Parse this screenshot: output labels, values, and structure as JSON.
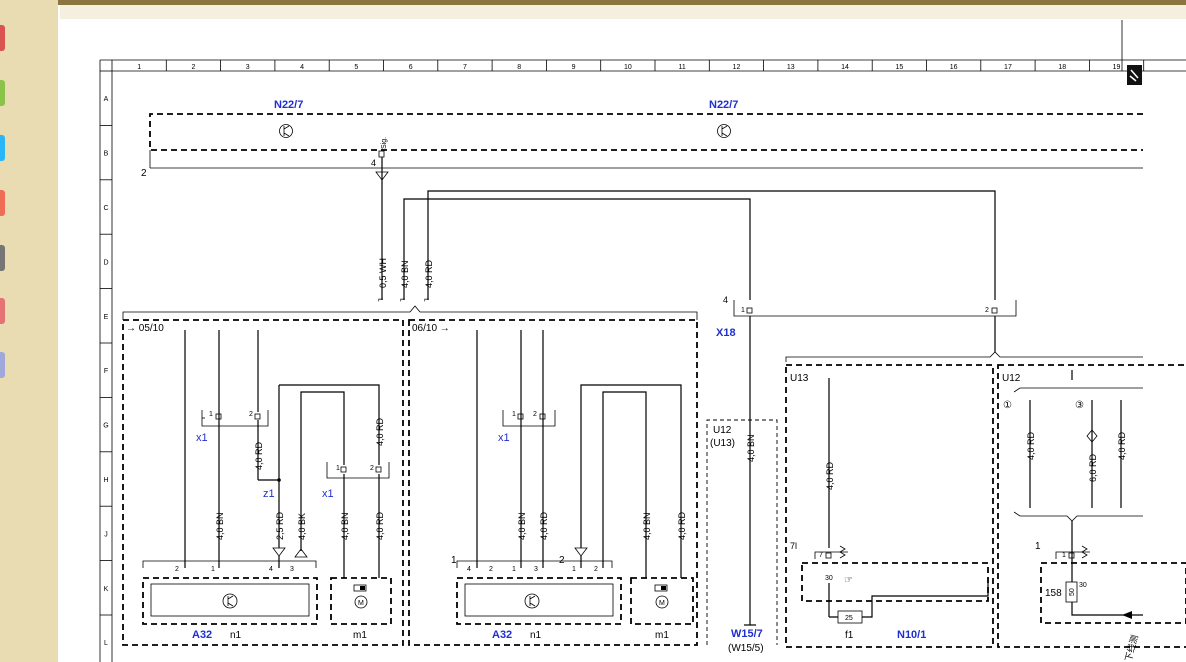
{
  "frame": {
    "columns": [
      "1",
      "2",
      "3",
      "4",
      "5",
      "6",
      "7",
      "8",
      "9",
      "10",
      "11",
      "12",
      "13",
      "14",
      "15",
      "16",
      "17",
      "18",
      "19"
    ],
    "rows": [
      "A",
      "B",
      "C",
      "D",
      "E",
      "F",
      "G",
      "H",
      "J",
      "K",
      "L"
    ]
  },
  "components": {
    "n22_left": "N22/7",
    "n22_right": "N22/7",
    "x18": "X18",
    "a32_left": "A32",
    "a32_right": "A32",
    "x1_a": "x1",
    "x1_b": "x1",
    "x1_c": "x1",
    "z1": "z1",
    "u12_u13_l1": "U12",
    "u12_u13_l2": "(U13)",
    "w15_l1": "W15/7",
    "w15_l2": "(W15/5)",
    "u13": "U13",
    "u12": "U12",
    "n10": "N10/1",
    "n1_left": "n1",
    "n1_right": "n1",
    "m1_left": "m1",
    "m1_right": "m1",
    "f1": "f1"
  },
  "refs": {
    "r0510": "→ 05/10",
    "r0610": "06/10 →"
  },
  "wires": {
    "wh05": "0,5 WH",
    "bn40_a": "4,0 BN",
    "rd40_a": "4,0 RD",
    "rd40_x1": "4,0 RD",
    "rd40_g": "4,0 RD",
    "bn40_j1": "4,0 BN",
    "rd25": "2,5 RD",
    "bk40": "4,0 BK",
    "bn40_j2": "4,0 BN",
    "rd40_j2": "4,0 RD",
    "bn40_j3": "4,0 BN",
    "rd40_j3": "4,0 RD",
    "bn40_j4": "4,0 BN",
    "rd40_j4": "4,0 RD",
    "bn40_u12": "4,0 BN",
    "rd40_u13": "4,0 RD",
    "rd40_u12a": "4,0 RD",
    "rd60": "6,0 RD",
    "rd40_u12b": "4,0 RD"
  },
  "pins": {
    "p2": "2",
    "p4": "4",
    "sig": "Sig.",
    "x18p4": "4",
    "x18p1": "1",
    "x18p2": "2",
    "k2": "2",
    "k1": "1",
    "k4": "4",
    "k3": "3",
    "k4b": "4",
    "k2b": "2",
    "k1b": "1",
    "k3b": "3",
    "k1c": "1",
    "k2c": "2",
    "one_left": "1",
    "two_left": "2",
    "x1a1": "1",
    "x1a2": "2",
    "x1b1": "1",
    "x1b2": "2",
    "x1c1": "1",
    "x1c2": "2",
    "p7l": "7l",
    "p7": "7",
    "p30": "30",
    "p25": "25",
    "pu1": "1",
    "pu1b": "1",
    "p158": "158",
    "p50": "50",
    "p30b": "30",
    "c1": "①",
    "c3": "③"
  },
  "fragment": "下线测"
}
